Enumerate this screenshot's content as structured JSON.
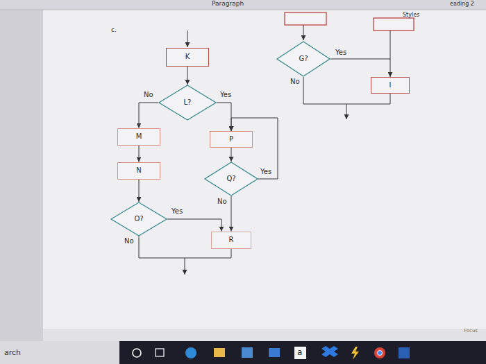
{
  "diagram": {
    "nodes": [
      {
        "text": [
          "K"
        ]
      },
      {
        "text": [
          "G?"
        ]
      },
      {
        "text": [
          "I"
        ]
      },
      {
        "text": [
          "L?"
        ]
      },
      {
        "text": [
          "M"
        ]
      },
      {
        "text": [
          "P"
        ]
      },
      {
        "text": [
          "N"
        ]
      },
      {
        "text": [
          "Q?"
        ]
      },
      {
        "text": [
          "O?"
        ]
      },
      {
        "text": [
          "R"
        ]
      }
    ],
    "edges": [
      {
        "from": 0,
        "to": 3,
        "arrow": "to"
      },
      {
        "from": 3,
        "to": 4,
        "label": "No",
        "arrow": "to"
      },
      {
        "from": 3,
        "to": 5,
        "label": "Yes",
        "arrow": "to"
      },
      {
        "from": 4,
        "to": 6,
        "arrow": "to"
      },
      {
        "from": 6,
        "to": 8,
        "arrow": "to"
      },
      {
        "from": 5,
        "to": 7,
        "arrow": "to"
      },
      {
        "from": 7,
        "to": 5,
        "label": "Yes",
        "arrow": "to"
      },
      {
        "from": 7,
        "to": 9,
        "label": "No",
        "arrow": "to"
      },
      {
        "from": 8,
        "to": 9,
        "label": "Yes",
        "arrow": "to"
      },
      {
        "from": 1,
        "to": 2,
        "label": "Yes",
        "arrow": "to"
      }
    ],
    "labels": [
      "Paragraph",
      "Styles",
      "eading 2",
      "c.",
      "No",
      "No",
      "arch",
      "a",
      "Focus"
    ]
  }
}
